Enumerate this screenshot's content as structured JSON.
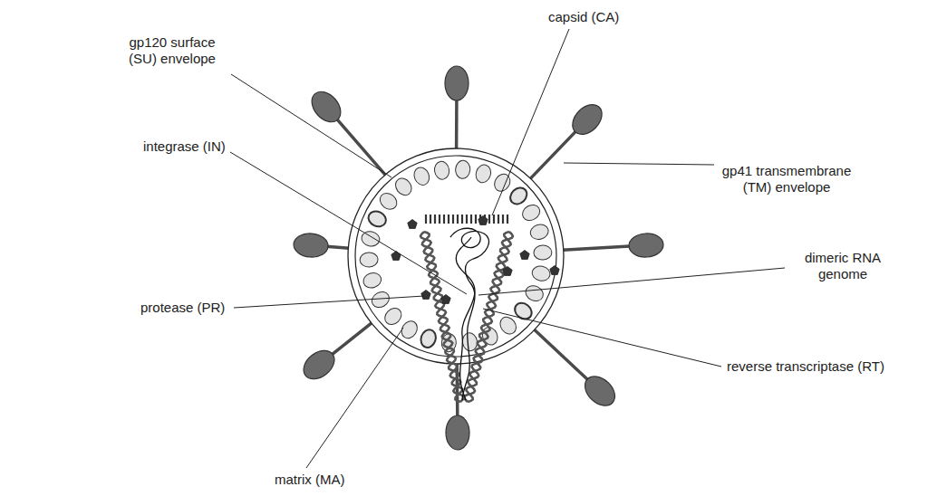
{
  "diagram": {
    "labels": [
      "gp120 surface (SU) envelope",
      "capsid (CA)",
      "integrase (IN)",
      "gp41 transmembrane (TM) envelope",
      "dimeric RNA genome",
      "protease (PR)",
      "reverse transcriptase (RT)",
      "matrix (MA)"
    ]
  }
}
